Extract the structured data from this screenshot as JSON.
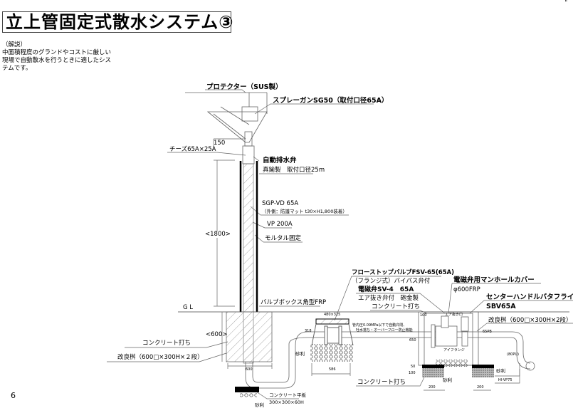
{
  "page": {
    "title": "立上管固定式散水システム③",
    "number": "6",
    "corner_mark": "\""
  },
  "description": {
    "heading": "（解説）",
    "lines": [
      "中面積程度のグランドやコストに厳しい",
      "現場で自動散水を行うときに適したシス",
      "テムです。"
    ]
  },
  "labels": {
    "protector": "プロテクター（SUS製）",
    "spray_gun": "スプレーガンSG50（取付口径65A）",
    "dim_150": "150",
    "tees": "チーズ65A×25A",
    "auto_drain": "自動排水弁",
    "auto_drain_spec": "真鍮製　取付口径25m",
    "sgp": "SGP-VD 65A",
    "sgp_note": "（外側：防護マット t30×H1,800装着）",
    "vp": "VP 200A",
    "mortar": "モルタル固定",
    "dim_1800": "<1800>",
    "gl": "G L",
    "valve_box": "バルブボックス角型FRP",
    "dim_600_h": "<600>",
    "concrete_left": "コンクリート打ち",
    "basin_left": "改良桝（600□×300H×２段）",
    "dim_600_w": "600",
    "slab": "コンクリート平板",
    "slab_spec": "300×300×60H",
    "gravel_bottom": "砂利",
    "flow_stop": "フローストップバルブFSV-65(65A)",
    "flow_stop_spec": "（フランジ式）バイパス弁付",
    "solenoid": "電磁弁SV-4　65A",
    "solenoid_spec": "エア抜き弁付　砲金製",
    "concrete_top": "コンクリート打ち",
    "manhole": "電磁弁用マンホールカバー",
    "manhole_spec": "φ600FRP",
    "butterfly": "センターハンドルバタフライ弁",
    "butterfly_spec": "SBV65A",
    "basin_right": "改良桝（600□×300H×2段）",
    "box_size": "480×325",
    "flow_note_1": "管内圧0.09MPa以下で自動弁閉、",
    "flow_note_2": "吐水落ち・オーバーフロー防止機能",
    "dim_318": "318",
    "dim_650": "650",
    "dim_586": "586",
    "gravel_left": "砂利",
    "dim_100_top": "100",
    "air_vent": "エア抜き口",
    "flange": "アイフランジ",
    "pipe_65": "65PB",
    "dim_50": "50",
    "dim_100": "100",
    "gravel_mid": "砂利",
    "dim_200a": "200",
    "dim_200b": "200",
    "gravel_right": "砂利",
    "hivp": "HI-VP75",
    "pipe_80": "(80PU)",
    "concrete_bottom": "コンクリート打ち"
  }
}
